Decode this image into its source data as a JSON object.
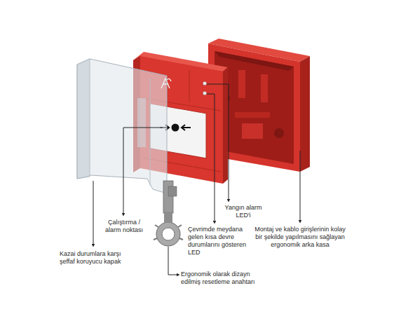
{
  "diagram": {
    "labels": [
      "Kazai durumlara karşı şeffaf koruyucu kapak",
      "Çalıştırma / alarm noktası",
      "Yangın alarm LED'i",
      "Çevrimde meydana gelen kısa devre durumlarını gösteren LED",
      "Montaj ve kablo girişlerinin kolay bir şekilde yapılmasını sağlayan ergonomik arka kasa",
      "Ergonomik olarak dizayn edilmiş resetleme anahtarı"
    ]
  }
}
